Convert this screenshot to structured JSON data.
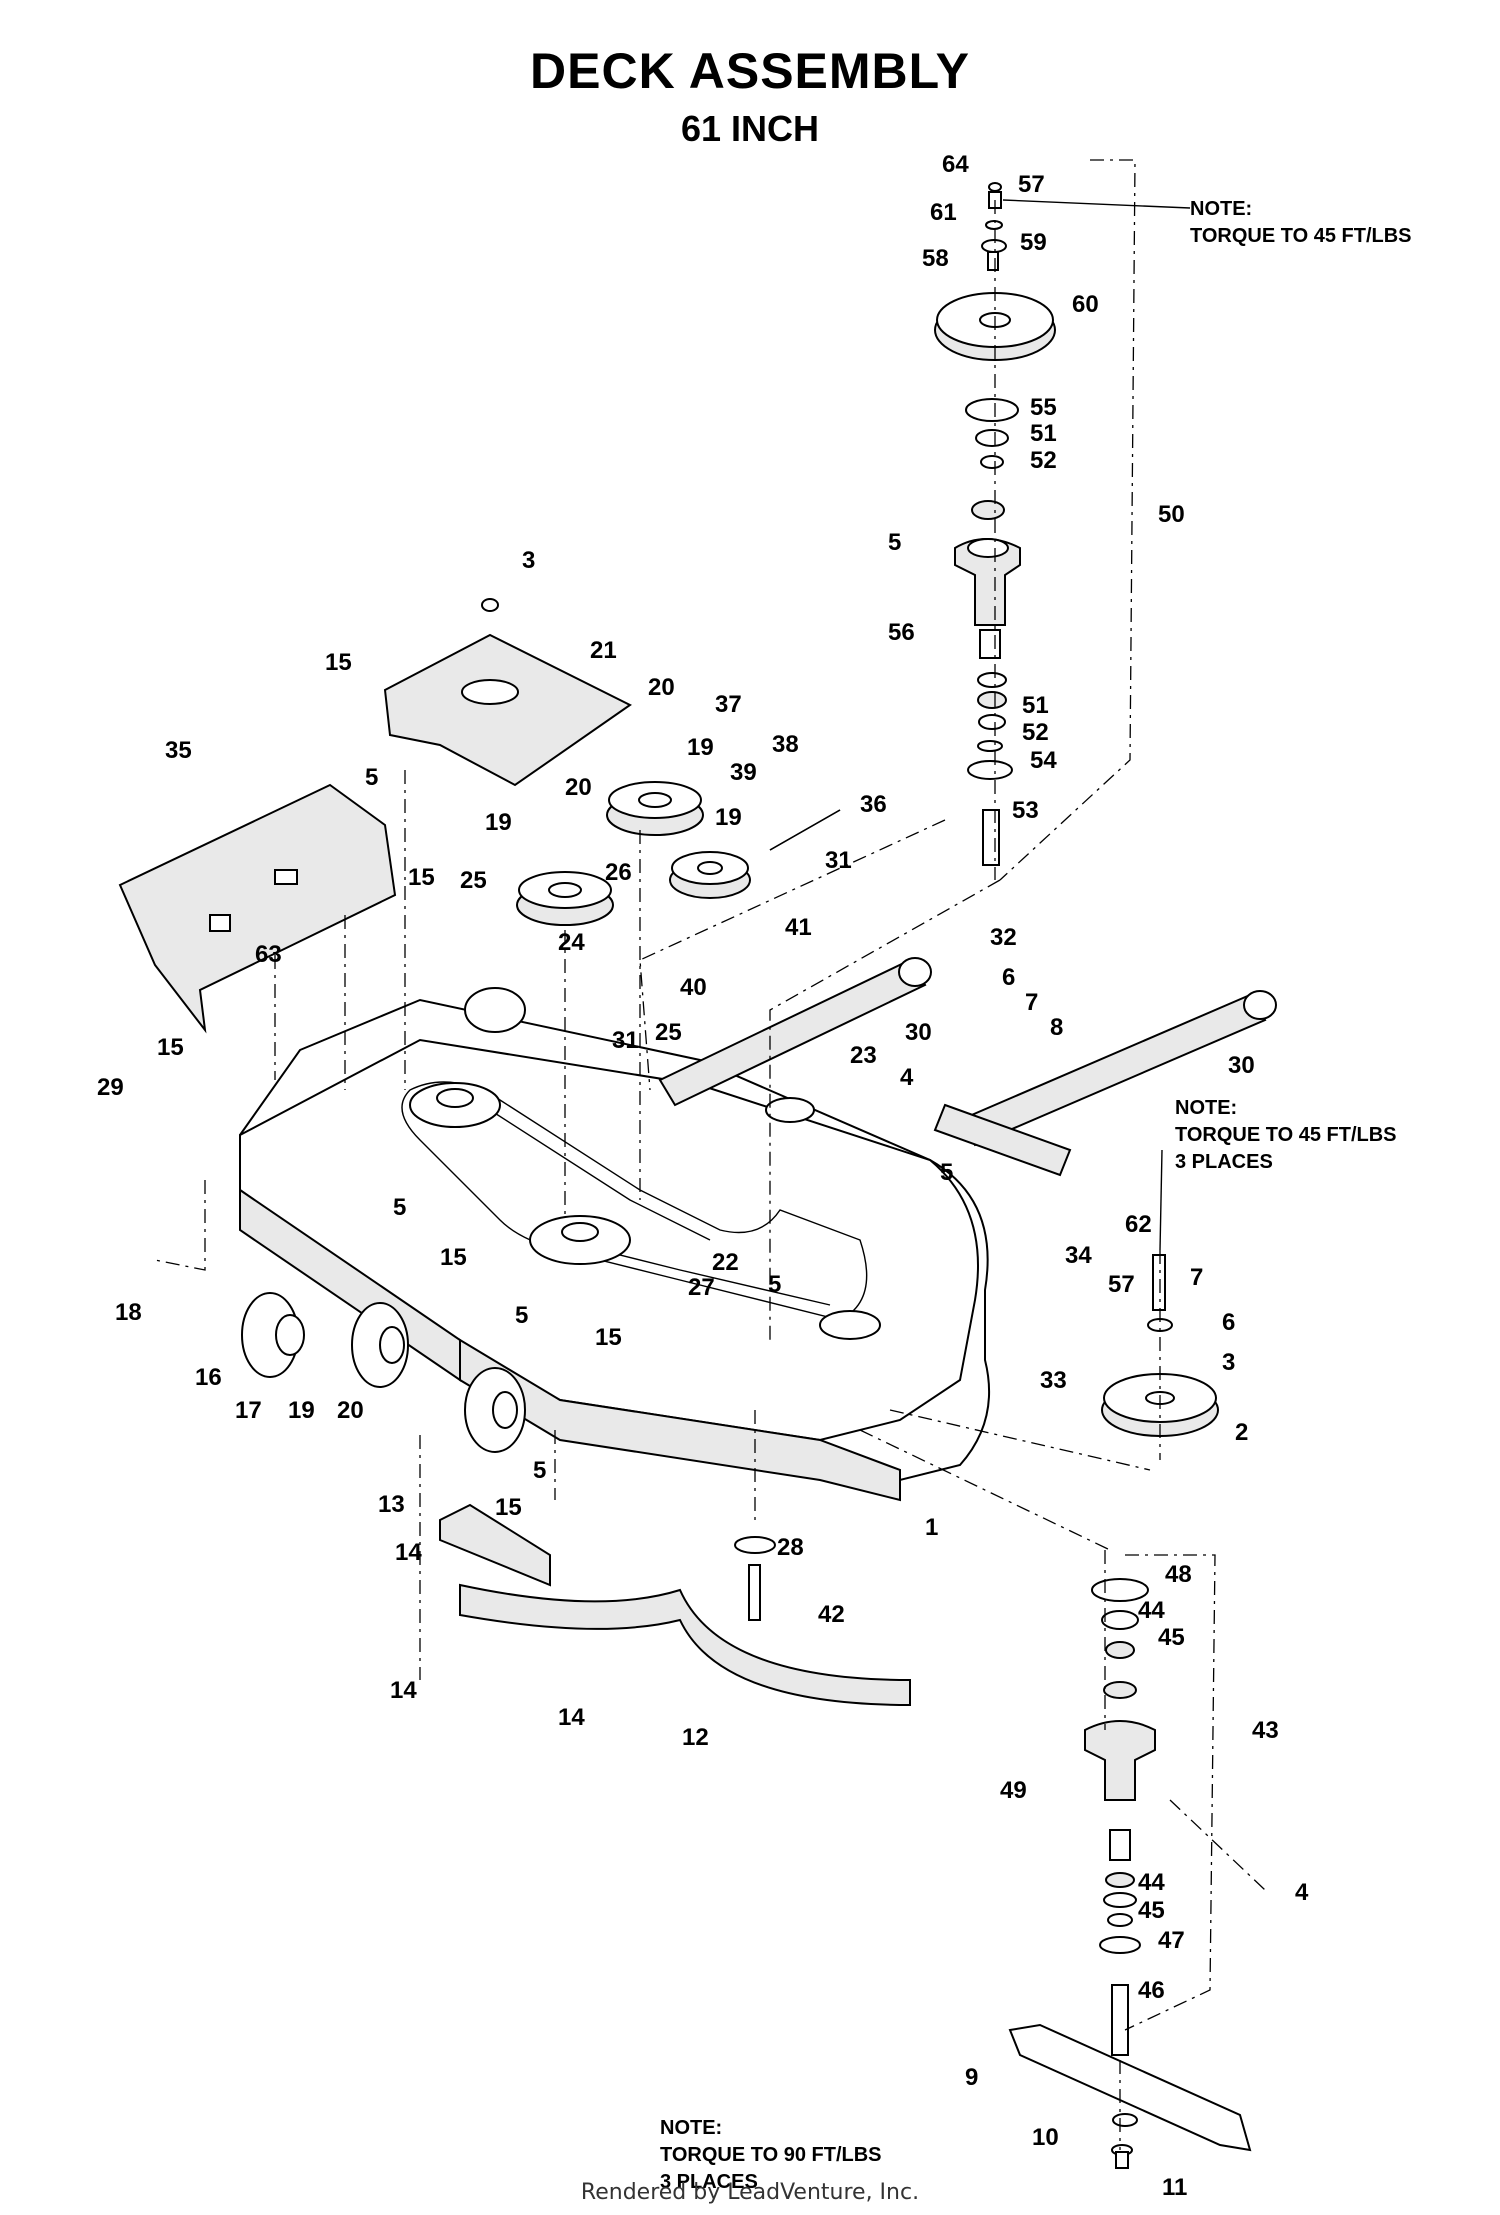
{
  "title": "DECK ASSEMBLY",
  "subtitle": "61 INCH",
  "notes": [
    {
      "id": "note-top",
      "lines": [
        "NOTE:",
        "TORQUE TO 45 FT/LBS"
      ]
    },
    {
      "id": "note-right",
      "lines": [
        "NOTE:",
        "TORQUE TO 45 FT/LBS",
        "3 PLACES"
      ]
    },
    {
      "id": "note-bottom",
      "lines": [
        "NOTE:",
        "TORQUE TO 90 FT/LBS",
        "3 PLACES"
      ]
    }
  ],
  "footer": "Rendered by LeadVenture, Inc.",
  "callouts": [
    "64",
    "57",
    "61",
    "59",
    "58",
    "60",
    "55",
    "51",
    "52",
    "50",
    "5",
    "56",
    "51",
    "52",
    "54",
    "53",
    "3",
    "21",
    "15",
    "20",
    "19",
    "37",
    "38",
    "39",
    "19",
    "36",
    "35",
    "5",
    "15",
    "20",
    "19",
    "26",
    "25",
    "24",
    "31",
    "41",
    "25",
    "40",
    "63",
    "15",
    "29",
    "32",
    "6",
    "7",
    "8",
    "30",
    "31",
    "23",
    "4",
    "30",
    "5",
    "5",
    "15",
    "22",
    "27",
    "5",
    "34",
    "62",
    "57",
    "7",
    "6",
    "3",
    "18",
    "5",
    "15",
    "16",
    "17",
    "19",
    "20",
    "33",
    "2",
    "1",
    "13",
    "5",
    "15",
    "14",
    "28",
    "42",
    "14",
    "14",
    "12",
    "48",
    "44",
    "45",
    "43",
    "49",
    "4",
    "44",
    "45",
    "47",
    "46",
    "9",
    "10",
    "11"
  ]
}
